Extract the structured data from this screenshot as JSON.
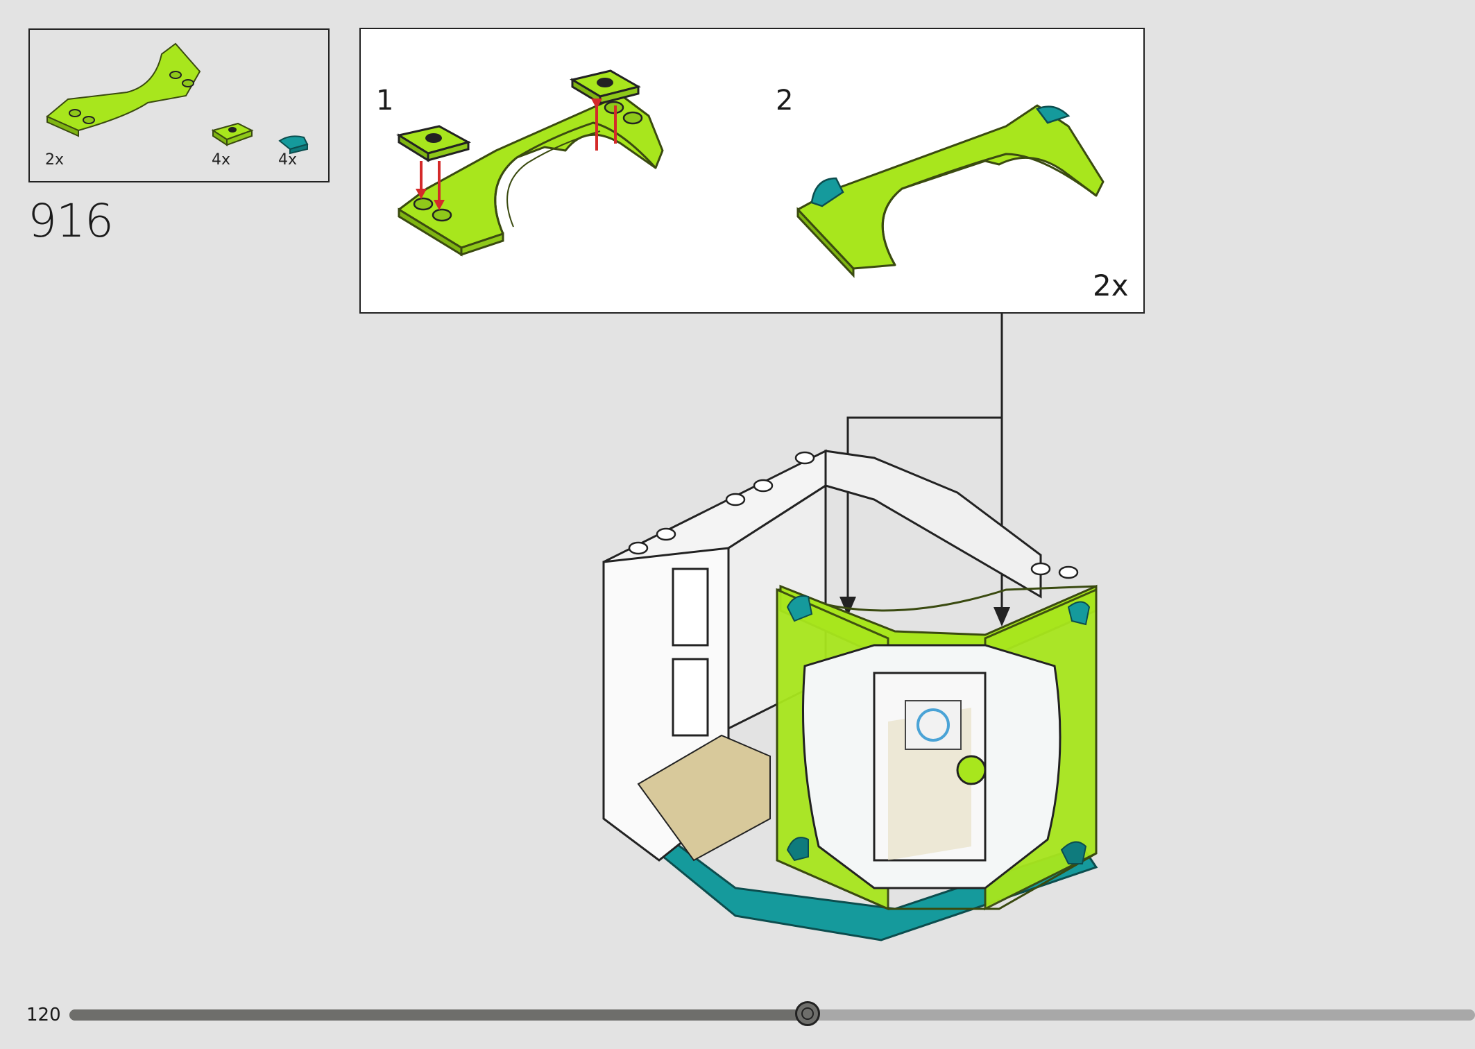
{
  "parts": {
    "items": [
      {
        "name": "arch-piece",
        "qty": "2x",
        "color": "#a8e61d"
      },
      {
        "name": "plate-1x2-with-stud",
        "qty": "4x",
        "color": "#a8e61d"
      },
      {
        "name": "quarter-tile",
        "qty": "4x",
        "color": "#159a9c"
      }
    ]
  },
  "step": {
    "number": "916"
  },
  "substeps": {
    "first_label": "1",
    "second_label": "2",
    "multiplier": "2x"
  },
  "colors": {
    "lime": "#a8e61d",
    "teal": "#159a9c",
    "arrow_red": "#d42a2a",
    "tan": "#d8c99b",
    "background": "#e3e3e3"
  },
  "footer": {
    "page_number": "120",
    "progress": 0.525
  }
}
